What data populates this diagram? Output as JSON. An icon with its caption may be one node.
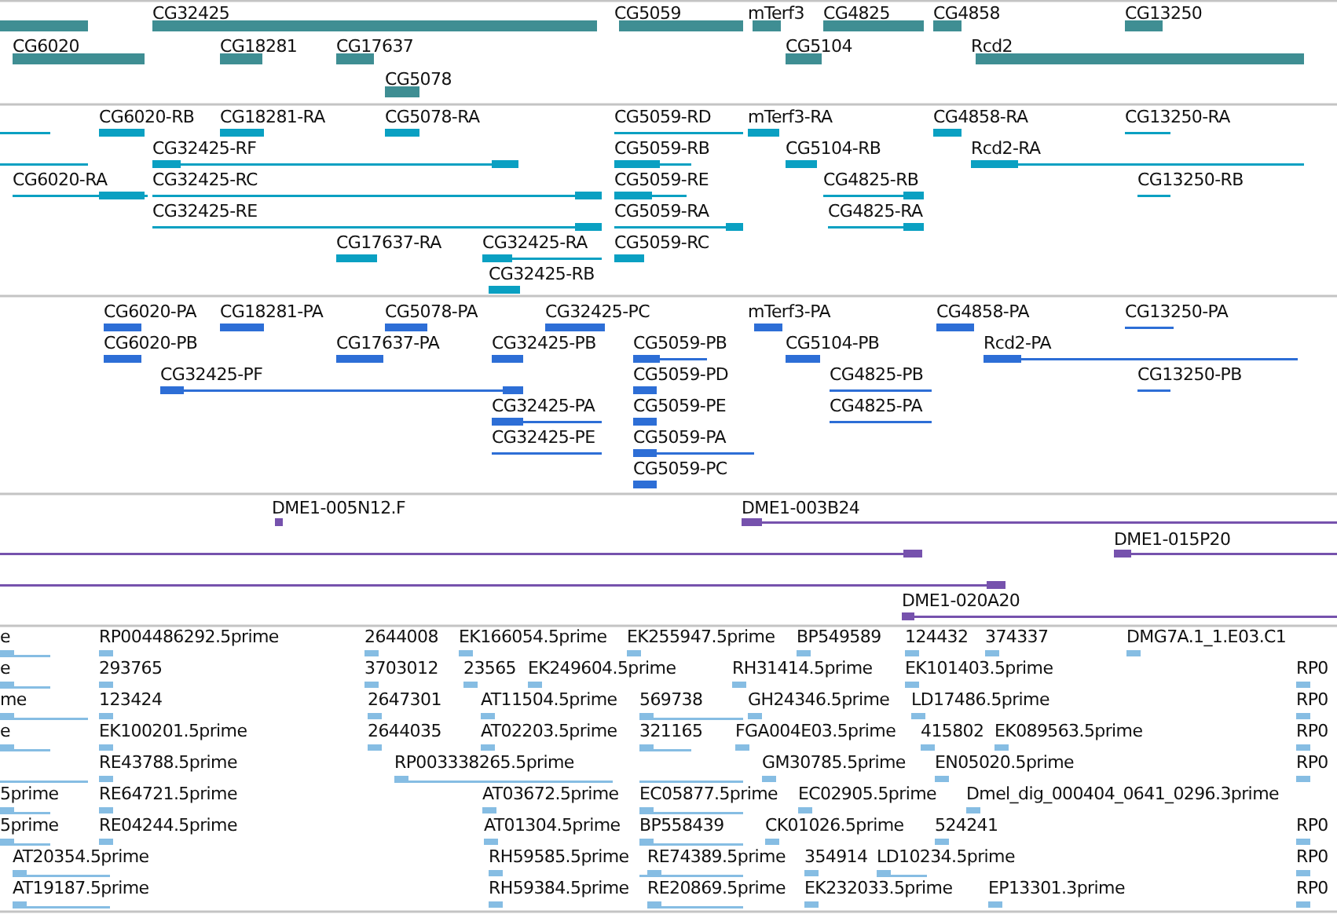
{
  "diagram": {
    "labels": [
      "CG32425",
      "CG5059",
      "mTerf3",
      "CG4825",
      "CG4858",
      "CG13250",
      "CG6020",
      "CG18281",
      "CG17637",
      "CG5104",
      "Rcd2",
      "CG5078",
      "CG6020-RB",
      "CG18281-RA",
      "CG5078-RA",
      "CG5059-RD",
      "mTerf3-RA",
      "CG4858-RA",
      "CG13250-RA",
      "CG32425-RF",
      "CG5059-RB",
      "CG5104-RB",
      "Rcd2-RA",
      "CG6020-RA",
      "CG32425-RC",
      "CG5059-RE",
      "CG4825-RB",
      "CG13250-RB",
      "CG32425-RE",
      "CG5059-RA",
      "CG4825-RA",
      "CG17637-RA",
      "CG32425-RA",
      "CG5059-RC",
      "CG32425-RB",
      "CG6020-PA",
      "CG18281-PA",
      "CG5078-PA",
      "CG32425-PC",
      "mTerf3-PA",
      "CG4858-PA",
      "CG13250-PA",
      "CG6020-PB",
      "CG17637-PA",
      "CG32425-PB",
      "CG5059-PB",
      "CG5104-PB",
      "Rcd2-PA",
      "CG32425-PF",
      "CG5059-PD",
      "CG4825-PB",
      "CG13250-PB",
      "CG32425-PA",
      "CG5059-PE",
      "CG4825-PA",
      "CG32425-PE",
      "CG5059-PA",
      "CG5059-PC",
      "DME1-005N12.F",
      "DME1-003B24",
      "DME1-015P20",
      "DME1-020A20",
      "e",
      "RP004486292.5prime",
      "2644008",
      "EK166054.5prime",
      "EK255947.5prime",
      "BP549589",
      "124432",
      "374337",
      "DMG7A.1_1.E03.C1",
      "e",
      "293765",
      "3703012",
      "23565",
      "EK249604.5prime",
      "RH31414.5prime",
      "EK101403.5prime",
      "RP0",
      "me",
      "123424",
      "2647301",
      "AT11504.5prime",
      "569738",
      "GH24346.5prime",
      "LD17486.5prime",
      "RP0",
      "e",
      "EK100201.5prime",
      "2644035",
      "AT02203.5prime",
      "321165",
      "FGA004E03.5prime",
      "415802",
      "EK089563.5prime",
      "RP0",
      "RE43788.5prime",
      "RP003338265.5prime",
      "GM30785.5prime",
      "EN05020.5prime",
      "RP0",
      "5prime",
      "RE64721.5prime",
      "AT03672.5prime",
      "EC05877.5prime",
      "EC02905.5prime",
      "Dmel_dig_000404_0641_0296.3prime",
      "5prime",
      "RE04244.5prime",
      "AT01304.5prime",
      "BP558439",
      "CK01026.5prime",
      "524241",
      "RP0",
      "AT20354.5prime",
      "RH59585.5prime",
      "RE74389.5prime",
      "354914",
      "LD10234.5prime",
      "RP0",
      "AT19187.5prime",
      "RH59384.5prime",
      "RE20869.5prime",
      "EK232033.5prime",
      "EP13301.3prime",
      "RP0"
    ]
  }
}
